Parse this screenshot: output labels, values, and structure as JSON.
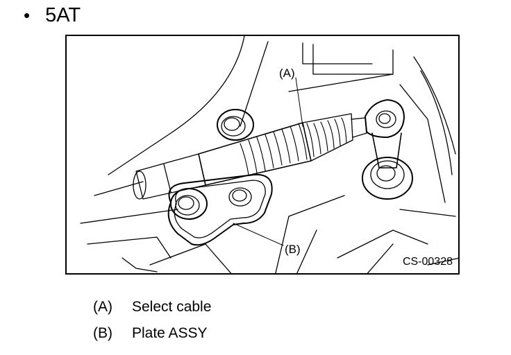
{
  "heading": {
    "bullet": "•",
    "text": "5AT"
  },
  "figure": {
    "code": "CS-00328",
    "callouts": {
      "a": "(A)",
      "b": "(B)"
    }
  },
  "legend": [
    {
      "key": "(A)",
      "label": "Select cable"
    },
    {
      "key": "(B)",
      "label": "Plate ASSY"
    }
  ]
}
